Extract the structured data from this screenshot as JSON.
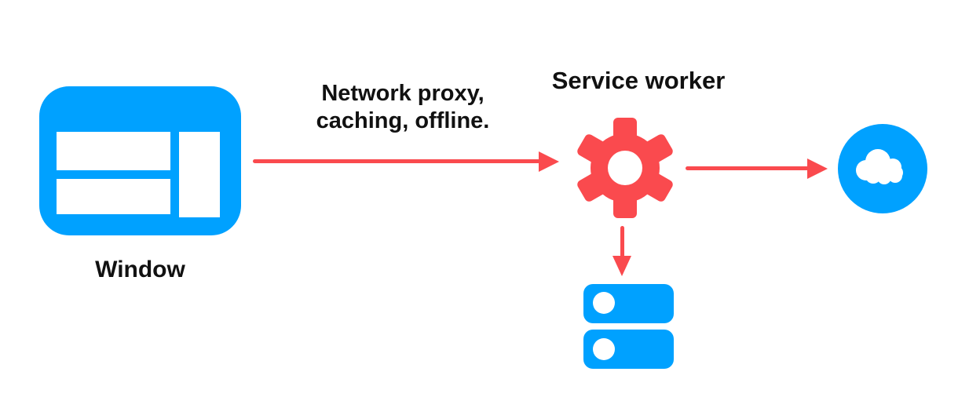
{
  "nodes": {
    "window": {
      "label": "Window",
      "icon": "browser-window-icon"
    },
    "service_worker": {
      "label": "Service worker",
      "icon": "gear-icon"
    },
    "cloud": {
      "icon": "cloud-icon"
    },
    "storage": {
      "icon": "database-stack-icon"
    }
  },
  "edges": [
    {
      "from": "window",
      "to": "service_worker",
      "direction": "right",
      "label_line1": "Network proxy,",
      "label_line2": "caching, offline."
    },
    {
      "from": "service_worker",
      "to": "cloud",
      "direction": "right"
    },
    {
      "from": "service_worker",
      "to": "storage",
      "direction": "down"
    }
  ],
  "colors": {
    "accent_blue": "#00A1FF",
    "accent_red": "#FA4A4E",
    "text": "#111111",
    "background": "#FFFFFF"
  }
}
